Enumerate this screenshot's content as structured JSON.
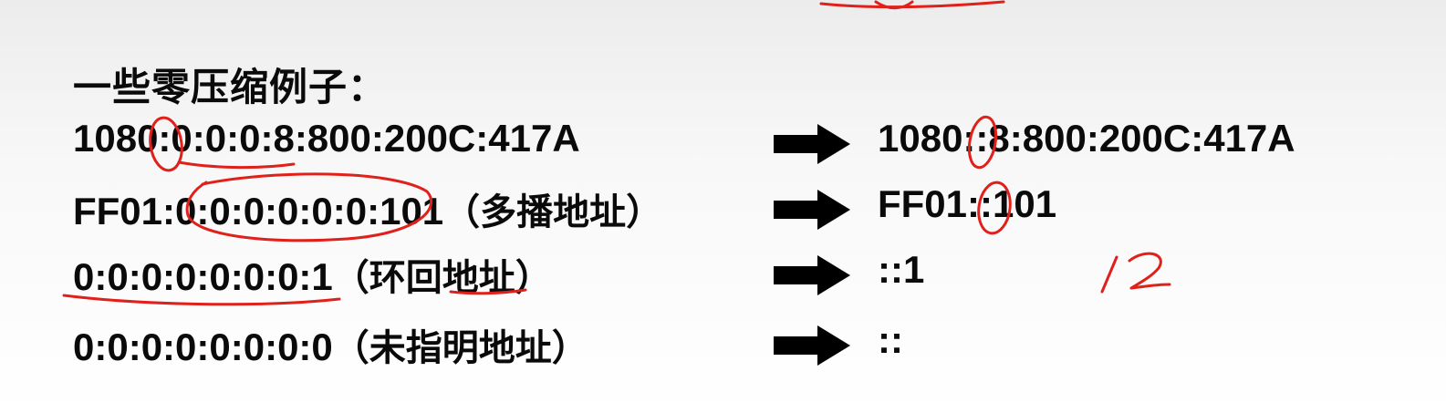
{
  "title": "一些零压缩例子：",
  "rows": [
    {
      "full": "1080:0:0:0:8:800:200C:417A",
      "note": "",
      "compressed": "1080::8:800:200C:417A"
    },
    {
      "full": "FF01:0:0:0:0:0:0:101",
      "note": "（多播地址）",
      "compressed": "FF01::101"
    },
    {
      "full": "0:0:0:0:0:0:0:1",
      "note": "（环回地址）",
      "compressed": "::1"
    },
    {
      "full": "0:0:0:0:0:0:0:0",
      "note": "（未指明地址）",
      "compressed": "::"
    }
  ],
  "handwriting": {
    "number": "12",
    "ink_color": "#e0201a"
  },
  "icons": {
    "arrow": "right-arrow-icon"
  }
}
